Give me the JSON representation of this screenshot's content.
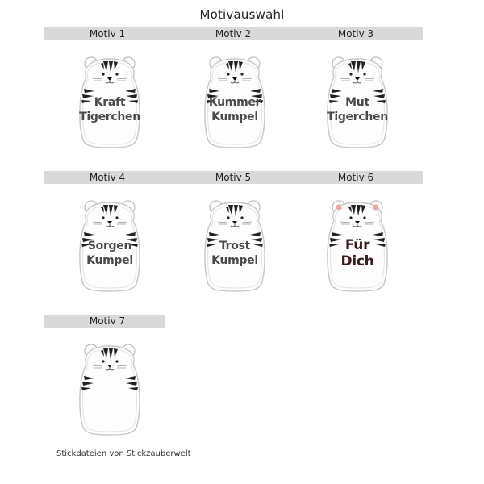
{
  "title": "Motivauswahl",
  "footer": "Stickdateien von Stickzauberwelt",
  "colors": {
    "bar": "#d9d9d9",
    "text_gray": "#4a4a4a",
    "text_dark": "#3a1a1e",
    "ear_pink": "#e8a8a8"
  },
  "motifs": [
    {
      "label": "Motiv 1",
      "line1": "Kraft",
      "line2": "Tigerchen"
    },
    {
      "label": "Motiv 2",
      "line1": "Kummer",
      "line2": "Kumpel"
    },
    {
      "label": "Motiv 3",
      "line1": "Mut",
      "line2": "Tigerchen"
    },
    {
      "label": "Motiv 4",
      "line1": "Sorgen",
      "line2": "Kumpel"
    },
    {
      "label": "Motiv 5",
      "line1": "Trost",
      "line2": "Kumpel"
    },
    {
      "label": "Motiv 6",
      "line1": "Für",
      "line2": "Dich"
    },
    {
      "label": "Motiv 7",
      "line1": "",
      "line2": ""
    }
  ]
}
